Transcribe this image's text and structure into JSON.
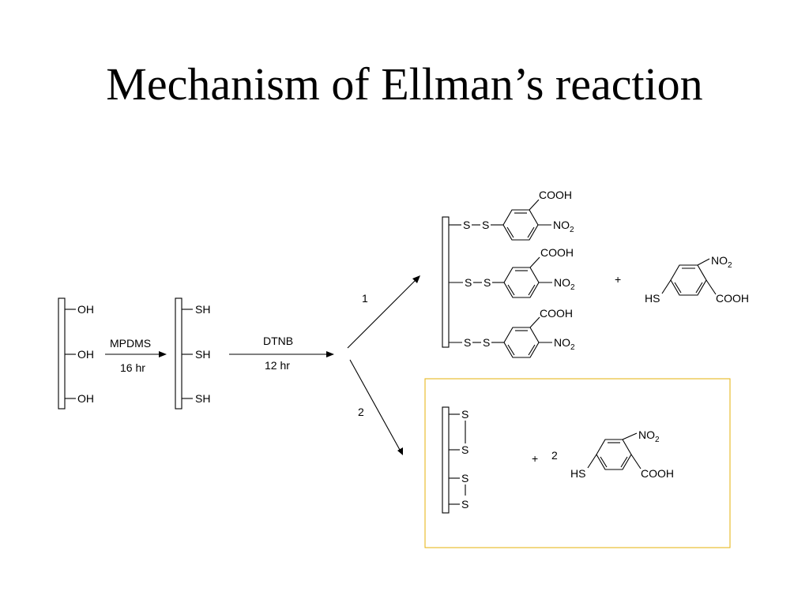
{
  "slide": {
    "title": "Mechanism of Ellman’s reaction"
  },
  "colors": {
    "highlight_box": "#E8B820",
    "ink": "#000000"
  },
  "scheme": {
    "support_oh": {
      "groups": [
        "OH",
        "OH",
        "OH"
      ]
    },
    "step1": {
      "reagent": "MPDMS",
      "time": "16 hr"
    },
    "support_sh": {
      "groups": [
        "SH",
        "SH",
        "SH"
      ]
    },
    "step2": {
      "reagent": "DTNB",
      "time": "12 hr"
    },
    "pathway1": {
      "label": "1",
      "disulfide_units": [
        {
          "s1": "S",
          "s2": "S",
          "acid": "COOH",
          "nitro": "NO",
          "nitro_sub": "2"
        },
        {
          "s1": "S",
          "s2": "S",
          "acid": "COOH",
          "nitro": "NO",
          "nitro_sub": "2"
        },
        {
          "s1": "S",
          "s2": "S",
          "acid": "COOH",
          "nitro": "NO",
          "nitro_sub": "2"
        }
      ],
      "plus": "+",
      "byproduct": {
        "thiol": "HS",
        "acid": "COOH",
        "nitro": "NO",
        "nitro_sub": "2"
      }
    },
    "pathway2": {
      "label": "2",
      "sulfurs": [
        "S",
        "S",
        "S",
        "S"
      ],
      "plus": "+",
      "coefficient": "2",
      "byproduct": {
        "thiol": "HS",
        "acid": "COOH",
        "nitro": "NO",
        "nitro_sub": "2"
      }
    }
  }
}
